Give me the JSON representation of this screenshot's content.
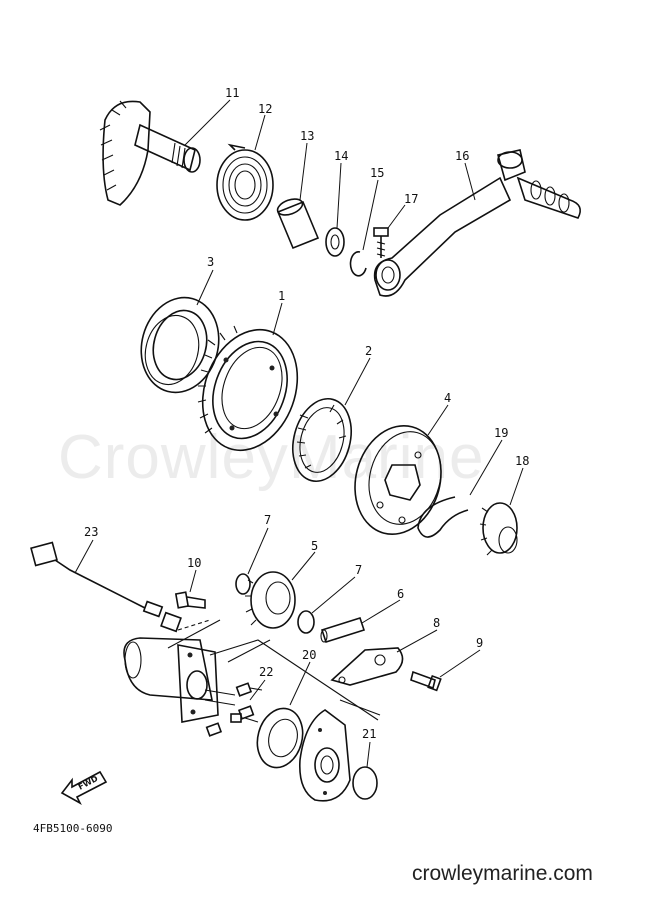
{
  "watermark": "CrowleyMarine",
  "footer_url": "crowleymarine.com",
  "diagram_code": "4FB5100-6090",
  "fwd_label": "FWD",
  "callouts": {
    "c1": "1",
    "c2": "2",
    "c3": "3",
    "c4": "4",
    "c5": "5",
    "c6": "6",
    "c7a": "7",
    "c7b": "7",
    "c8": "8",
    "c9": "9",
    "c10": "10",
    "c11": "11",
    "c12": "12",
    "c13": "13",
    "c14": "14",
    "c15": "15",
    "c16": "16",
    "c17": "17",
    "c18": "18",
    "c19": "19",
    "c20": "20",
    "c21": "21",
    "c22": "22",
    "c23": "23"
  }
}
